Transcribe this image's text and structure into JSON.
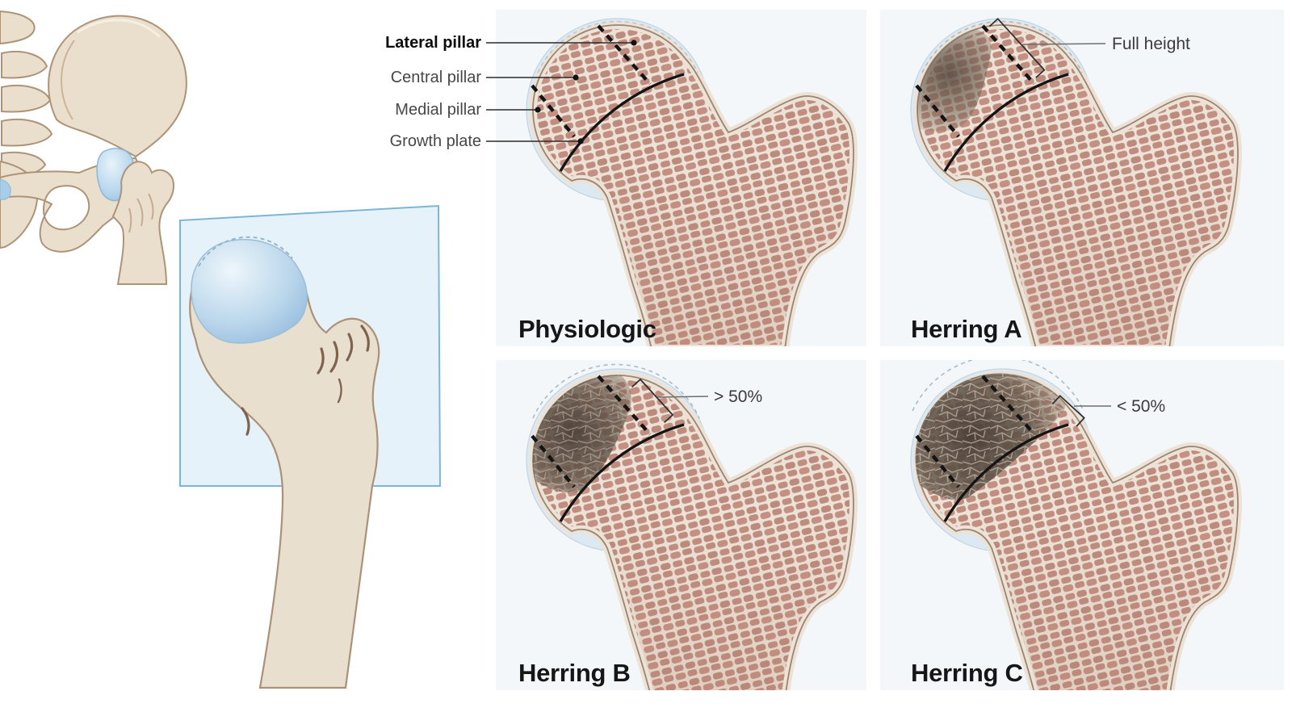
{
  "figure_type": "medical illustration - lateral pillar (Herring) classification of the femoral head",
  "anatomy_labels": [
    {
      "label": "Lateral pillar",
      "bold": true
    },
    {
      "label": "Central pillar",
      "bold": false
    },
    {
      "label": "Medial pillar",
      "bold": false
    },
    {
      "label": "Growth plate",
      "bold": false
    }
  ],
  "panels": [
    {
      "title": "Physiologic",
      "annotation": ""
    },
    {
      "title": "Herring A",
      "annotation": "Full height"
    },
    {
      "title": "Herring B",
      "annotation": "> 50%"
    },
    {
      "title": "Herring C",
      "annotation": "< 50%"
    }
  ],
  "colors": {
    "panel_background": "#f3f7fa",
    "bone_cream": "#ece3d6",
    "trabecular_rose": "#c18d81",
    "cortex_line": "#9b8473",
    "cartilage_blue": "#dde9f2",
    "section_plane_fill": "#e2f0f8",
    "section_plane_border": "#7cb6d6",
    "necrosis_dark": "#5a4d41",
    "annotation_line": "#2b2b2b",
    "label_gray": "#474747",
    "title_black": "#161616"
  }
}
